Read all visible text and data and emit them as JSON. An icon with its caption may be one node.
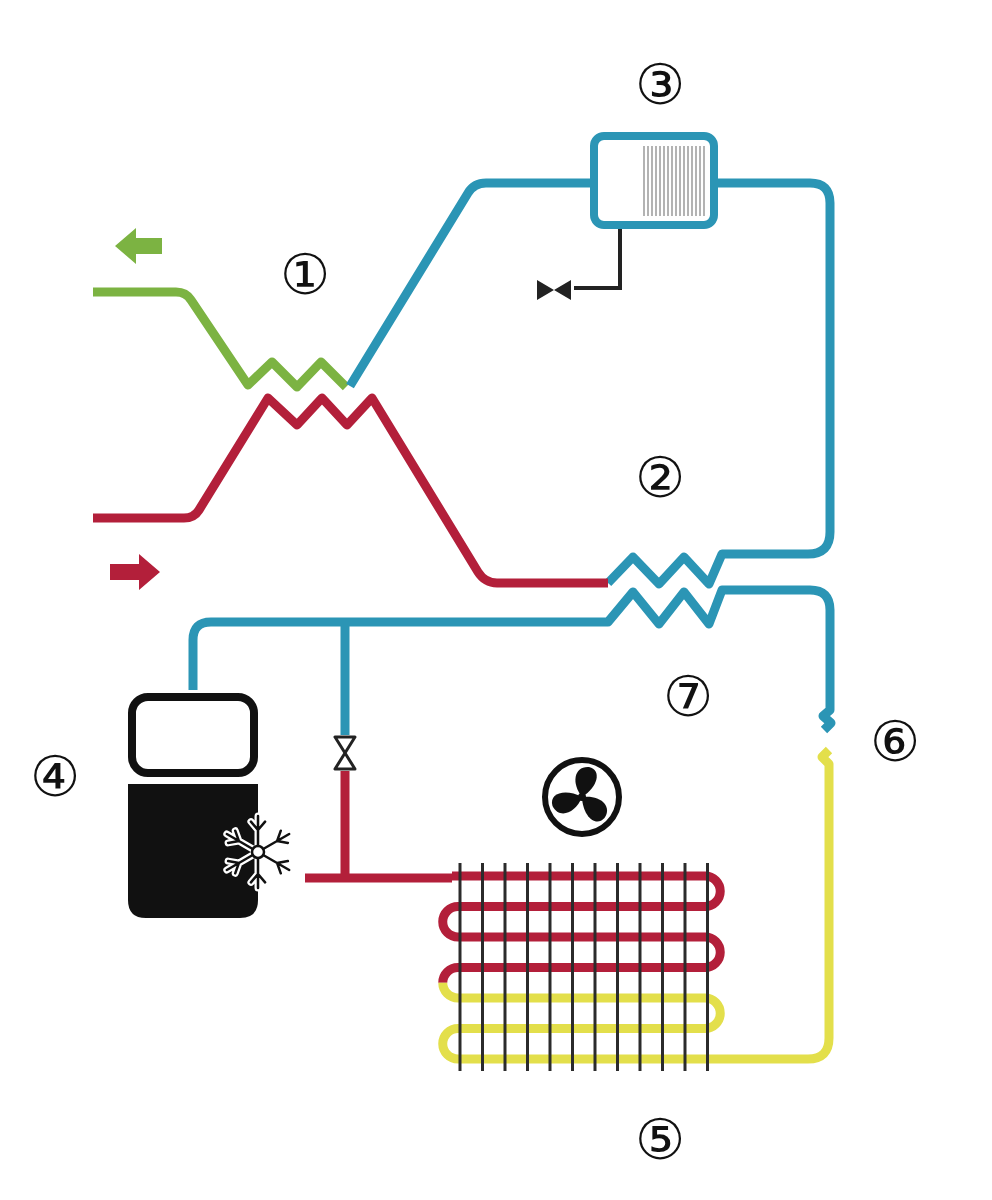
{
  "diagram": {
    "labels": [
      "③",
      "①",
      "②",
      "⑦",
      "④",
      "⑥",
      "⑤"
    ]
  }
}
